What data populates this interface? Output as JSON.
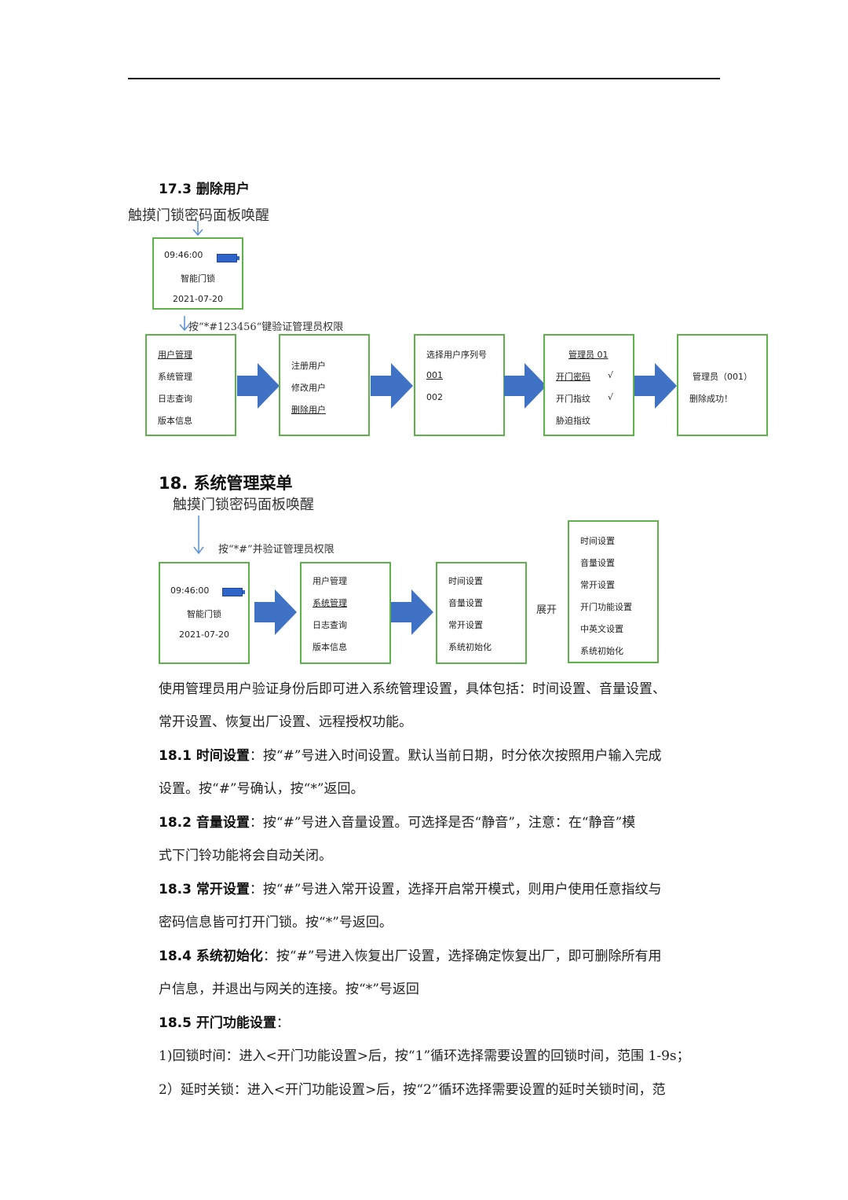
{
  "section_17_3": {
    "title": "17.3 删除用户",
    "wake": "触摸门锁密码面板唤醒",
    "instruction": "按“*#123456“键验证管理员权限",
    "screen": {
      "time": "09:46:00",
      "name": "智能门锁",
      "date": "2021-07-20"
    },
    "box1": [
      "用户管理",
      "系统管理",
      "日志查询",
      "版本信息"
    ],
    "box2": [
      "注册用户",
      "修改用户",
      "删除用户"
    ],
    "box3": [
      "选择用户序列号",
      "001",
      "002"
    ],
    "box4": {
      "title": "管理员 01",
      "items": [
        "开门密码",
        "开门指纹",
        "胁迫指纹"
      ],
      "check": "√"
    },
    "box5": [
      "管理员（001）",
      "删除成功！"
    ]
  },
  "section_18": {
    "title": "18. 系统管理菜单",
    "wake": "触摸门锁密码面板唤醒",
    "instruction": "按“*#”并验证管理员权限",
    "screen": {
      "time": "09:46:00",
      "name": "智能门锁",
      "date": "2021-07-20"
    },
    "box1": [
      "用户管理",
      "系统管理",
      "日志查询",
      "版本信息"
    ],
    "box2": [
      "时间设置",
      "音量设置",
      "常开设置",
      "系统初始化"
    ],
    "expand_label": "展开",
    "box3": [
      "时间设置",
      "音量设置",
      "常开设置",
      "开门功能设置",
      "中英文设置",
      "系统初始化"
    ]
  },
  "body": {
    "intro_1": "使用管理员用户验证身份后即可进入系统管理设置，具体包括：时间设置、音量设置、",
    "intro_2": "常开设置、恢复出厂设置、远程授权功能。",
    "s18_1_label": "18.1 时间设置",
    "s18_1_text": "：按“#”号进入时间设置。默认当前日期，时分依次按照用户输入完成",
    "s18_1_text2": "设置。按“#”号确认，按“*”返回。",
    "s18_2_label": "18.2 音量设置",
    "s18_2_text": "：按“#”号进入音量设置。可选择是否“静音”，注意：在“静音”模",
    "s18_2_text2": "式下门铃功能将会自动关闭。",
    "s18_3_label": "18.3 常开设置",
    "s18_3_text": "：按“#”号进入常开设置，选择开启常开模式，则用户使用任意指纹与",
    "s18_3_text2": "密码信息皆可打开门锁。按“*”号返回。",
    "s18_4_label": "18.4 系统初始化",
    "s18_4_text": "：按“#”号进入恢复出厂设置，选择确定恢复出厂，即可删除所有用",
    "s18_4_text2": "户信息，并退出与网关的连接。按“*”号返回",
    "s18_5_label": "18.5 开门功能设置",
    "s18_5_text": "：",
    "line_1": "1)回锁时间：进入<开门功能设置>后，按“1”循环选择需要设置的回锁时间，范围 1-9s；",
    "line_2": "2）延时关锁：进入<开门功能设置>后，按“2”循环选择需要设置的延时关锁时间，范"
  },
  "colors": {
    "box_border": "#5db34a",
    "arrow_fill": "#3f72c4",
    "thin_arrow": "#5b8fd6",
    "battery": "#2f64c8"
  }
}
